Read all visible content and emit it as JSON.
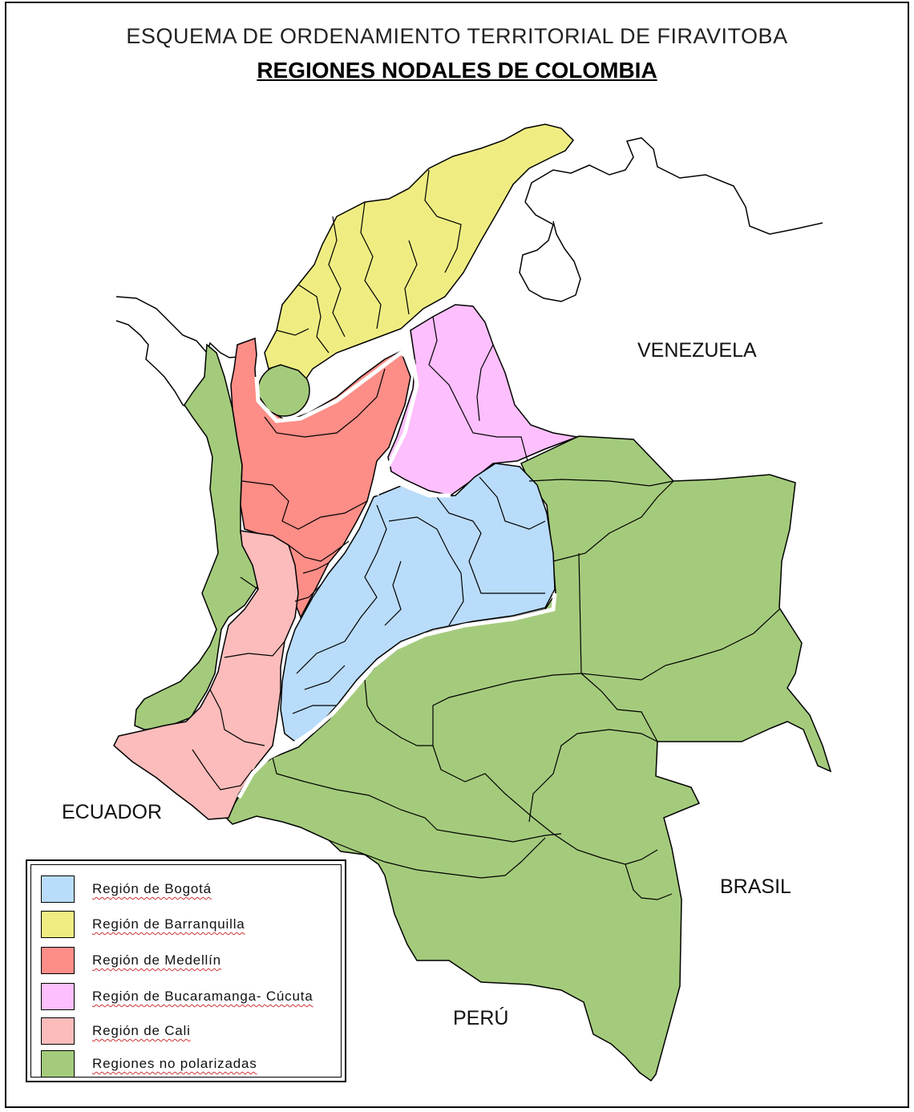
{
  "header": {
    "title": "ESQUEMA DE ORDENAMIENTO TERRITORIAL DE FIRAVITOBA",
    "subtitle": "REGIONES NODALES DE COLOMBIA"
  },
  "countries": {
    "venezuela": "VENEZUELA",
    "ecuador": "ECUADOR",
    "brasil": "BRASIL",
    "peru": "PERÚ"
  },
  "colors": {
    "bogota": "#b9dcfa",
    "barranquilla": "#efed82",
    "medellin": "#fd8d87",
    "bucaramanga": "#fdbffd",
    "cali": "#fbbcbb",
    "no_polarizadas": "#a4cb7c"
  },
  "legend": {
    "items": [
      {
        "label": "Región de Bogotá",
        "color": "#b9dcfa"
      },
      {
        "label": "Región de Barranquilla",
        "color": "#efed82"
      },
      {
        "label": "Región de Medellín",
        "color": "#fd8d87"
      },
      {
        "label": "Región de Bucaramanga- Cúcuta",
        "color": "#fdbffd"
      },
      {
        "label": "Región de Cali",
        "color": "#fbbcbb"
      },
      {
        "label": "Regiones no polarizadas",
        "color": "#a4cb7c"
      }
    ]
  }
}
